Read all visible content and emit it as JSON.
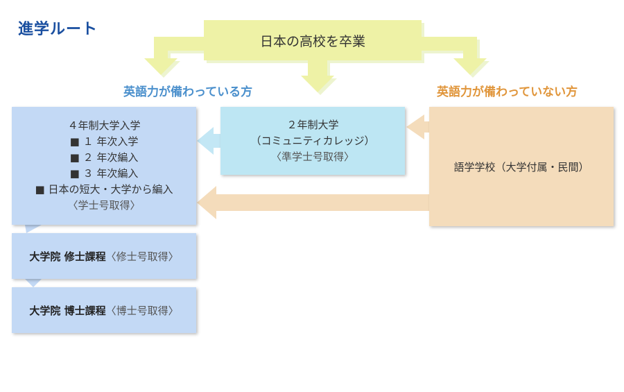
{
  "title": "進学ルート",
  "top": {
    "label": "日本の高校を卒業"
  },
  "labels": {
    "with_english": "英語力が備わっている方",
    "without_english": "英語力が備わっていない方"
  },
  "boxes": {
    "university": {
      "lines": [
        "４年制大学入学",
        "■ １ 年次入学",
        "■ ２ 年次編入",
        "■ ３ 年次編入",
        "■ 日本の短大・大学から編入",
        "〈学士号取得〉"
      ]
    },
    "community_college": {
      "lines": [
        "２年制大学",
        "（コミュニティカレッジ）",
        "〈準学士号取得〉"
      ]
    },
    "language_school": {
      "label": "語学学校（大学付属・民間）"
    },
    "master": {
      "bold": "大学院 修士課程",
      "note": "〈修士号取得〉"
    },
    "doctor": {
      "bold": "大学院 博士課程",
      "note": "〈博士号取得〉"
    }
  },
  "colors": {
    "title": "#1a4fa0",
    "yellow_arrow": "#eef2a6",
    "label_yes": "#4a8fcc",
    "label_no": "#e0953a",
    "box_blue": "#c3d9f5",
    "box_cyan": "#bde6f3",
    "box_orange": "#f4dcbb"
  }
}
